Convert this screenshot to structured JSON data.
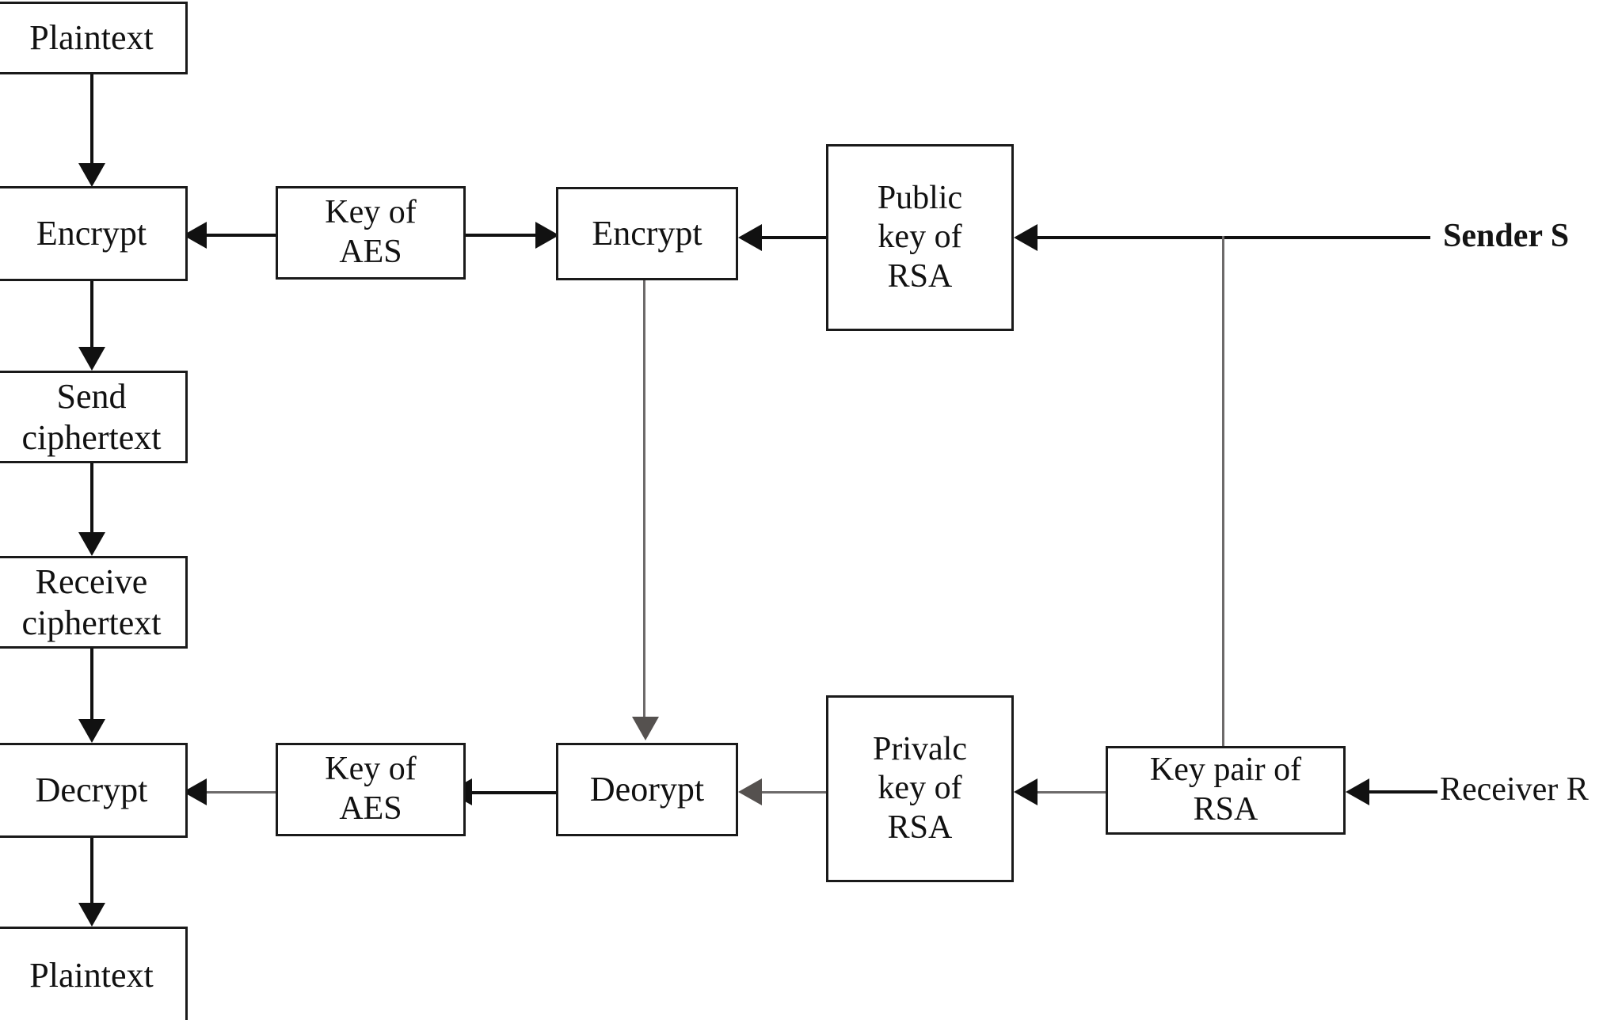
{
  "diagram": {
    "title": "AES + RSA hybrid encryption data flow",
    "colors": {
      "stroke": "#111111",
      "thin_stroke": "#6d6a6a",
      "box_fill": "#ffffff",
      "bleed_edge": "#a08878",
      "text": "#141414"
    },
    "nodes": {
      "plaintext_top": "Plaintext",
      "encrypt_left": "Encrypt",
      "send_ciphertext": "Send\nciphertext",
      "receive_ciphertext": "Receive\nciphertext",
      "decrypt_left": "Decrypt",
      "plaintext_bottom": "Plaintext",
      "key_of_aes_top": "Key of\nAES",
      "key_of_aes_bottom": "Key of\nAES",
      "encrypt_mid": "Encrypt",
      "decrypt_mid": "Deorypt",
      "public_key_rsa": "Public\nkey of\nRSA",
      "private_key_rsa": "Privalc\nkey of\nRSA",
      "key_pair_rsa": "Key pair of\nRSA"
    },
    "labels": {
      "sender": "Sender S",
      "receiver": "Receiver R"
    },
    "edges": [
      {
        "name": "plaintext-to-encrypt",
        "from": "plaintext_top",
        "to": "encrypt_left",
        "direction": "down"
      },
      {
        "name": "encrypt-to-send",
        "from": "encrypt_left",
        "to": "send_ciphertext",
        "direction": "down"
      },
      {
        "name": "send-to-receive",
        "from": "send_ciphertext",
        "to": "receive_ciphertext",
        "direction": "down"
      },
      {
        "name": "receive-to-decrypt",
        "from": "receive_ciphertext",
        "to": "decrypt_left",
        "direction": "down"
      },
      {
        "name": "decrypt-to-plaintext",
        "from": "decrypt_left",
        "to": "plaintext_bottom",
        "direction": "down"
      },
      {
        "name": "aes-key-to-encrypt",
        "from": "key_of_aes_top",
        "to": "encrypt_left",
        "direction": "left"
      },
      {
        "name": "aes-key-to-encrypt-mid",
        "from": "key_of_aes_top",
        "to": "encrypt_mid",
        "direction": "right"
      },
      {
        "name": "public-key-to-encrypt-mid",
        "from": "public_key_rsa",
        "to": "encrypt_mid",
        "direction": "left"
      },
      {
        "name": "sender-to-public-key",
        "from": "sender",
        "to": "public_key_rsa",
        "direction": "left"
      },
      {
        "name": "sender-branch-to-key-pair",
        "from": "sender",
        "to": "key_pair_rsa",
        "direction": "down"
      },
      {
        "name": "encrypt-mid-to-decrypt-mid",
        "from": "encrypt_mid",
        "to": "decrypt_mid",
        "direction": "down"
      },
      {
        "name": "private-key-to-decrypt-mid",
        "from": "private_key_rsa",
        "to": "decrypt_mid",
        "direction": "left"
      },
      {
        "name": "key-pair-to-private-key",
        "from": "key_pair_rsa",
        "to": "private_key_rsa",
        "direction": "left"
      },
      {
        "name": "receiver-to-key-pair",
        "from": "receiver",
        "to": "key_pair_rsa",
        "direction": "left"
      },
      {
        "name": "decrypt-mid-to-aes-key-bottom",
        "from": "decrypt_mid",
        "to": "key_of_aes_bottom",
        "direction": "left"
      },
      {
        "name": "aes-key-bottom-to-decrypt",
        "from": "key_of_aes_bottom",
        "to": "decrypt_left",
        "direction": "left"
      }
    ]
  }
}
